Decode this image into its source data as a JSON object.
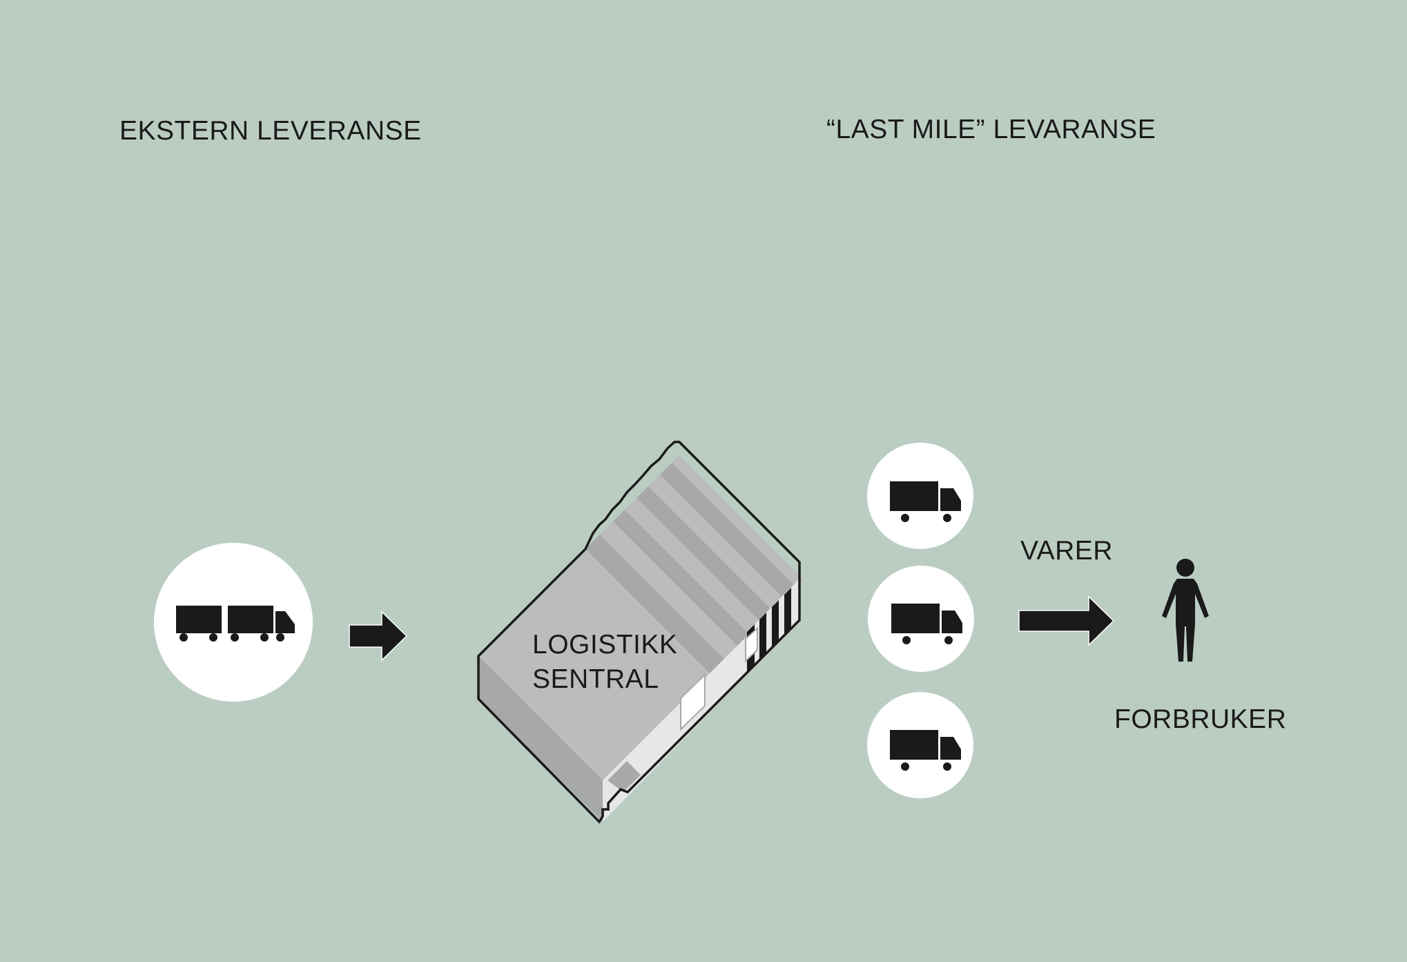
{
  "colors": {
    "background": "#bbcdc2",
    "ink": "#1a1a1a",
    "circle": "#ffffff",
    "roof_light": "#bbbcbe",
    "roof_dark": "#a6a8aa",
    "wall": "#e6e7e7",
    "door": "#ffffff"
  },
  "headings": {
    "external": "EKSTERN LEVERANSE",
    "last_mile": "“LAST MILE” LEVARANSE"
  },
  "warehouse": {
    "line1": "LOGISTIKK",
    "line2": "SENTRAL"
  },
  "flow": {
    "goods": "VARER",
    "consumer": "FORBRUKER"
  },
  "icons": {
    "external": "truck-trailer-icon",
    "delivery": "delivery-truck-icon",
    "arrow": "arrow-right-icon",
    "person": "person-icon",
    "building": "warehouse-icon"
  }
}
